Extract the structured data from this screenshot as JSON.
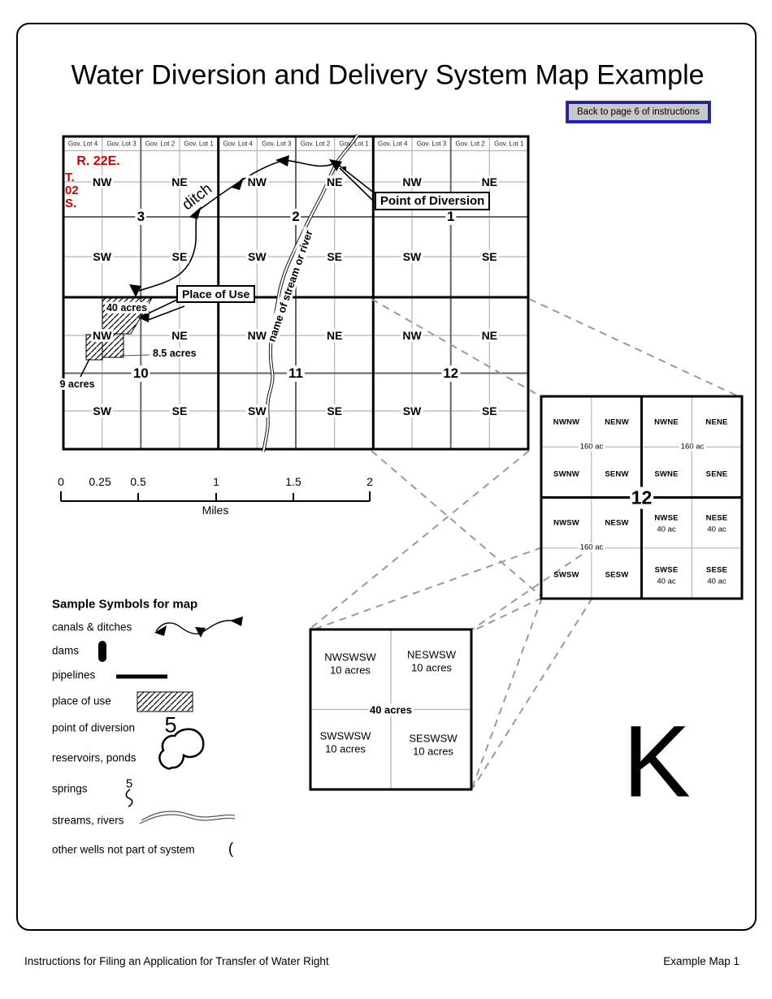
{
  "page": {
    "title": "Water Diversion and Delivery System Map Example",
    "button_label": "Back to page 6 of instructions",
    "big_letter": "K"
  },
  "map": {
    "red": {
      "range": "R. 22E.",
      "t": "T.",
      "n": "02",
      "s": "S."
    },
    "gov_lots": [
      "Gov. Lot 4",
      "Gov. Lot 3",
      "Gov. Lot 2",
      "Gov. Lot 1"
    ],
    "quadrants": [
      "NW",
      "NE",
      "SW",
      "SE"
    ],
    "sections": [
      "3",
      "2",
      "1",
      "10",
      "11",
      "12"
    ],
    "labels": {
      "ditch": "ditch",
      "stream": "name of stream or river",
      "point_of_diversion": "Point of Diversion",
      "place_of_use": "Place of Use",
      "acres_40": "40 acres",
      "acres_85": "8.5 acres",
      "acres_9": "9 acres"
    }
  },
  "scalebar": {
    "t0": "0",
    "t025": "0.25",
    "t05": "0.5",
    "t1": "1",
    "t15": "1.5",
    "t2": "2",
    "unit": "Miles"
  },
  "blowup12": {
    "number": "12",
    "ac160": "160 ac",
    "ac40": "40 ac",
    "cells": [
      "NWNW",
      "NENW",
      "SWNW",
      "SENW",
      "NWNE",
      "NENE",
      "SWNE",
      "SENE",
      "NWSW",
      "NESW",
      "SWSW",
      "SESW",
      "NWSE",
      "NESE",
      "SWSE",
      "SESE"
    ]
  },
  "blowup40": {
    "center": "40 acres",
    "acres": "10 acres",
    "cells": [
      "NWSWSW",
      "NESWSW",
      "SWSWSW",
      "SESWSW"
    ]
  },
  "legend": {
    "title": "Sample Symbols for map",
    "items": [
      "canals & ditches",
      "dams",
      "pipelines",
      "place of use",
      "point of diversion",
      "reservoirs, ponds",
      "springs",
      "streams, rivers",
      "other wells not part of system"
    ],
    "glyphs": {
      "point_of_diversion": "5",
      "springs": "5",
      "other_wells": "("
    }
  },
  "footer": {
    "left": "Instructions for Filing an Application for Transfer of Water Right",
    "right": "Example Map 1"
  },
  "colors": {
    "red": "#d40000",
    "button_border": "#1c1ccc",
    "dashed": "#999999"
  }
}
